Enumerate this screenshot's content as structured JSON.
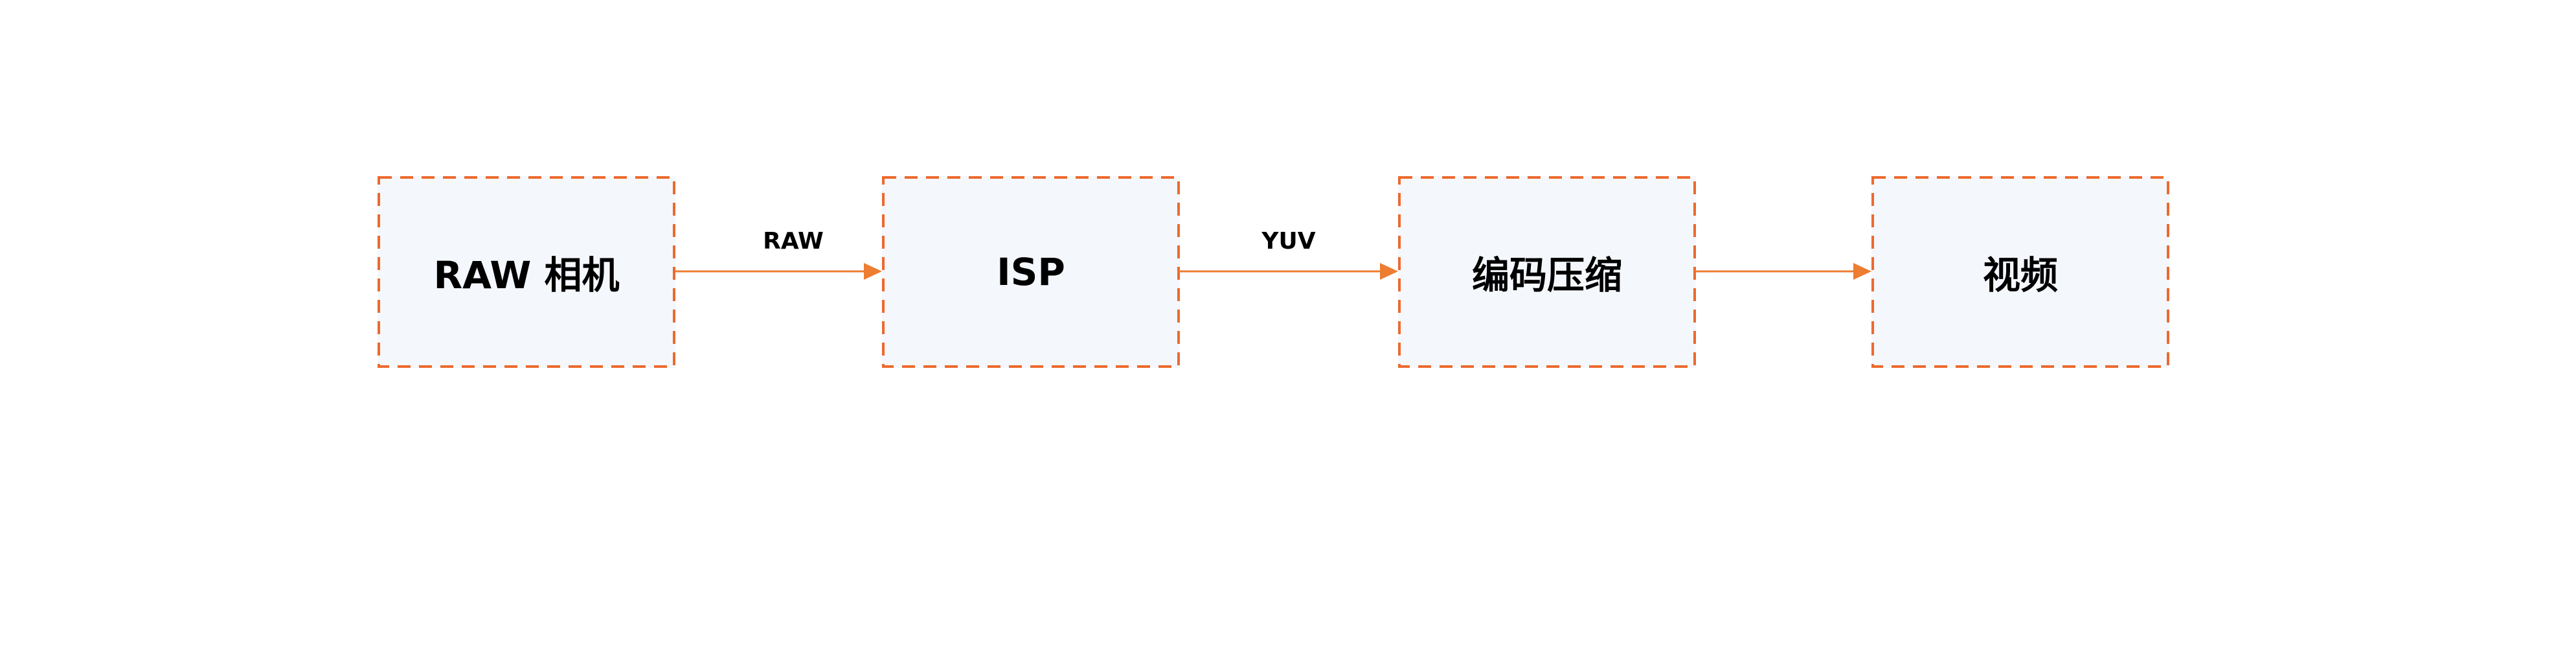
{
  "diagram": {
    "colors": {
      "node_border": "#EC6A2E",
      "node_fill": "#F4F7FC",
      "edge": "#ED7D31",
      "text": "#000000"
    },
    "nodes": [
      {
        "id": "raw-camera",
        "label": "RAW 相机"
      },
      {
        "id": "isp",
        "label": "ISP"
      },
      {
        "id": "encode",
        "label": "编码压缩"
      },
      {
        "id": "video",
        "label": "视频"
      }
    ],
    "edges": [
      {
        "from": "raw-camera",
        "to": "isp",
        "label": "RAW"
      },
      {
        "from": "isp",
        "to": "encode",
        "label": "YUV"
      },
      {
        "from": "encode",
        "to": "video",
        "label": ""
      }
    ]
  }
}
